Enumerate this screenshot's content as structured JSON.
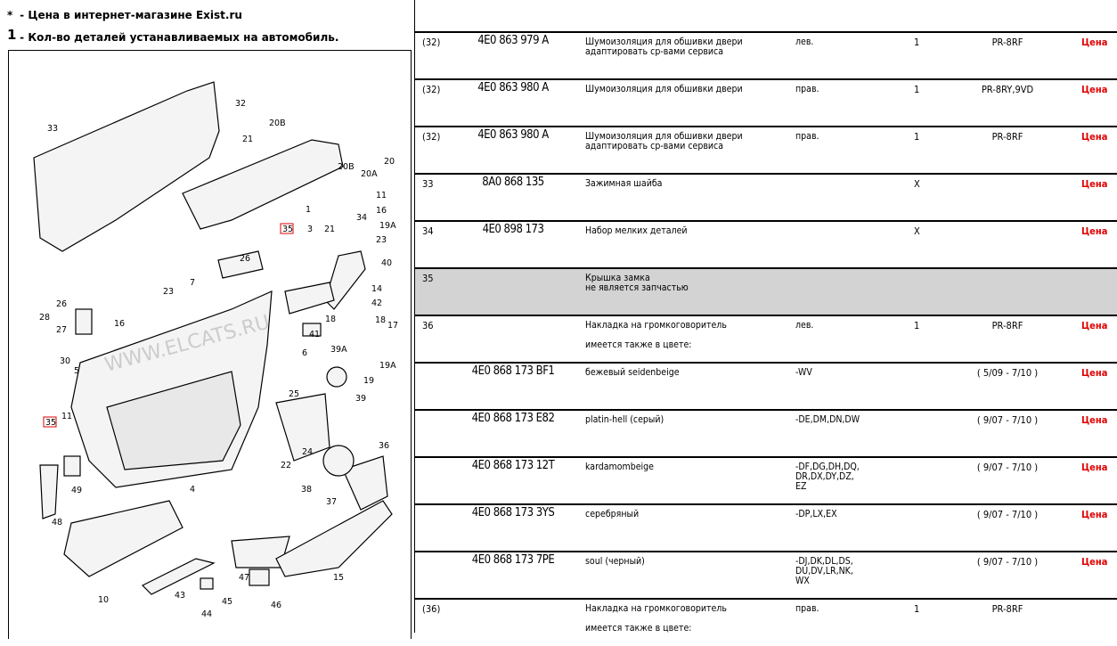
{
  "legend": [
    {
      "mark": "*",
      "text": " - Цена в интернет-магазине Exist.ru"
    },
    {
      "mark": "1",
      "text": " - Кол-во деталей устанавливаемых на автомобиль."
    }
  ],
  "diagram": {
    "watermark": "WWW.ELCATS.RU",
    "callouts": [
      "32",
      "33",
      "20B",
      "21",
      "20",
      "20B",
      "20A",
      "11",
      "16",
      "34",
      "19A",
      "23",
      "1",
      "35",
      "3",
      "21",
      "26",
      "40",
      "7",
      "23",
      "14",
      "42",
      "26",
      "28",
      "27",
      "16",
      "18",
      "18",
      "17",
      "41",
      "39A",
      "6",
      "19A",
      "30",
      "5",
      "19",
      "25",
      "39",
      "11",
      "35",
      "24",
      "22",
      "36",
      "49",
      "38",
      "4",
      "37",
      "48",
      "47",
      "15",
      "10",
      "43",
      "45",
      "46",
      "44"
    ]
  },
  "rows": [
    {
      "ref": "(32)",
      "pn": "4E0 863 979 A",
      "desc": "Шумоизоляция для обшивки двери\nадаптировать ср-вами сервиса",
      "side": "лев.",
      "qty": "1",
      "code": "PR-8RF",
      "price": "Цена"
    },
    {
      "ref": "(32)",
      "pn": "4E0 863 980 A",
      "desc": "Шумоизоляция для обшивки двери",
      "side": "прав.",
      "qty": "1",
      "code": "PR-8RY,9VD",
      "price": "Цена"
    },
    {
      "ref": "(32)",
      "pn": "4E0 863 980 A",
      "desc": "Шумоизоляция для обшивки двери\nадаптировать ср-вами сервиса",
      "side": "прав.",
      "qty": "1",
      "code": "PR-8RF",
      "price": "Цена"
    },
    {
      "ref": "33",
      "pn": "8A0 868 135",
      "desc": "Зажимная шайба",
      "side": "",
      "qty": "X",
      "code": "",
      "price": "Цена"
    },
    {
      "ref": "34",
      "pn": "4E0 898 173",
      "desc": "Набор мелких деталей",
      "side": "",
      "qty": "X",
      "code": "",
      "price": "Цена"
    },
    {
      "ref": "35",
      "pn": "",
      "desc": "Крышка замка\nне является запчастью",
      "side": "",
      "qty": "",
      "code": "",
      "price": "",
      "gray": true
    },
    {
      "ref": "36",
      "pn": "",
      "desc": "Накладка на громкоговоритель\n\nимеется также в цвете:",
      "side": "лев.",
      "qty": "1",
      "code": "PR-8RF",
      "price": "Цена"
    },
    {
      "ref": "",
      "pn": "4E0 868 173 BF1",
      "desc": "бежевый seidenbeige",
      "side": "-WV",
      "qty": "",
      "code": "( 5/09 - 7/10 )",
      "price": "Цена"
    },
    {
      "ref": "",
      "pn": "4E0 868 173 E82",
      "desc": "platin-hell (серый)",
      "side": "-DE,DM,DN,DW",
      "qty": "",
      "code": "( 9/07 - 7/10 )",
      "price": "Цена"
    },
    {
      "ref": "",
      "pn": "4E0 868 173 12T",
      "desc": "kardamombeige",
      "side": "-DF,DG,DH,DQ,\nDR,DX,DY,DZ,\nEZ",
      "qty": "",
      "code": "( 9/07 - 7/10 )",
      "price": "Цена"
    },
    {
      "ref": "",
      "pn": "4E0 868 173 3YS",
      "desc": "серебряный",
      "side": "-DP,LX,EX",
      "qty": "",
      "code": "( 9/07 - 7/10 )",
      "price": "Цена"
    },
    {
      "ref": "",
      "pn": "4E0 868 173 7PE",
      "desc": "soul (черный)",
      "side": "-DJ,DK,DL,DS,\nDU,DV,LR,NK,\nWX",
      "qty": "",
      "code": "( 9/07 - 7/10 )",
      "price": "Цена"
    },
    {
      "ref": "(36)",
      "pn": "",
      "desc": "Накладка на громкоговоритель\n\nимеется также в цвете:",
      "side": "прав.",
      "qty": "1",
      "code": "PR-8RF",
      "price": ""
    }
  ]
}
